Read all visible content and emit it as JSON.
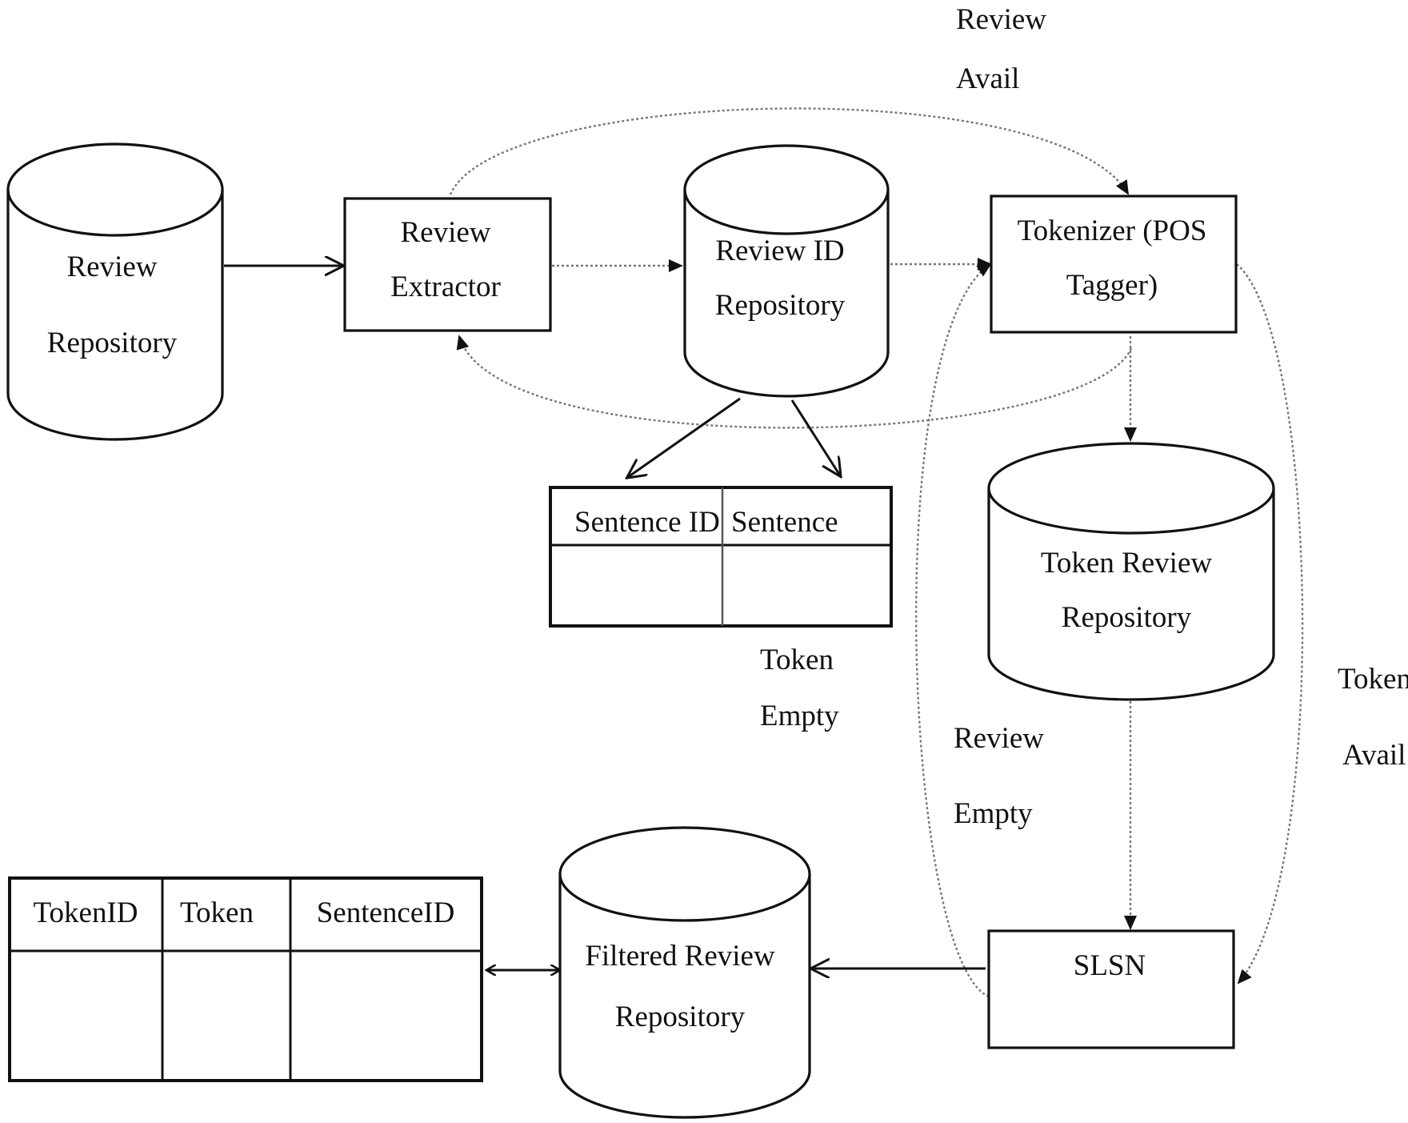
{
  "nodes": {
    "review_repository": [
      "Review",
      "Repository"
    ],
    "review_extractor": [
      "Review",
      "Extractor"
    ],
    "review_id_repository": [
      "Review ID",
      "Repository"
    ],
    "tokenizer": [
      "Tokenizer (POS",
      "Tagger)"
    ],
    "token_review_repository": [
      "Token Review",
      "Repository"
    ],
    "slsn": "SLSN",
    "filtered_review_repository": [
      "Filtered Review",
      "Repository"
    ]
  },
  "sentence_table": {
    "columns": [
      "Sentence ID",
      "Sentence"
    ]
  },
  "token_table": {
    "columns": [
      "TokenID",
      "Token",
      "SentenceID"
    ]
  },
  "conditions": {
    "review_avail": [
      "Review",
      "Avail"
    ],
    "token_empty": [
      "Token",
      "Empty"
    ],
    "review_empty": [
      "Review",
      "Empty"
    ],
    "token_avail": [
      "Token",
      "Avail"
    ]
  }
}
